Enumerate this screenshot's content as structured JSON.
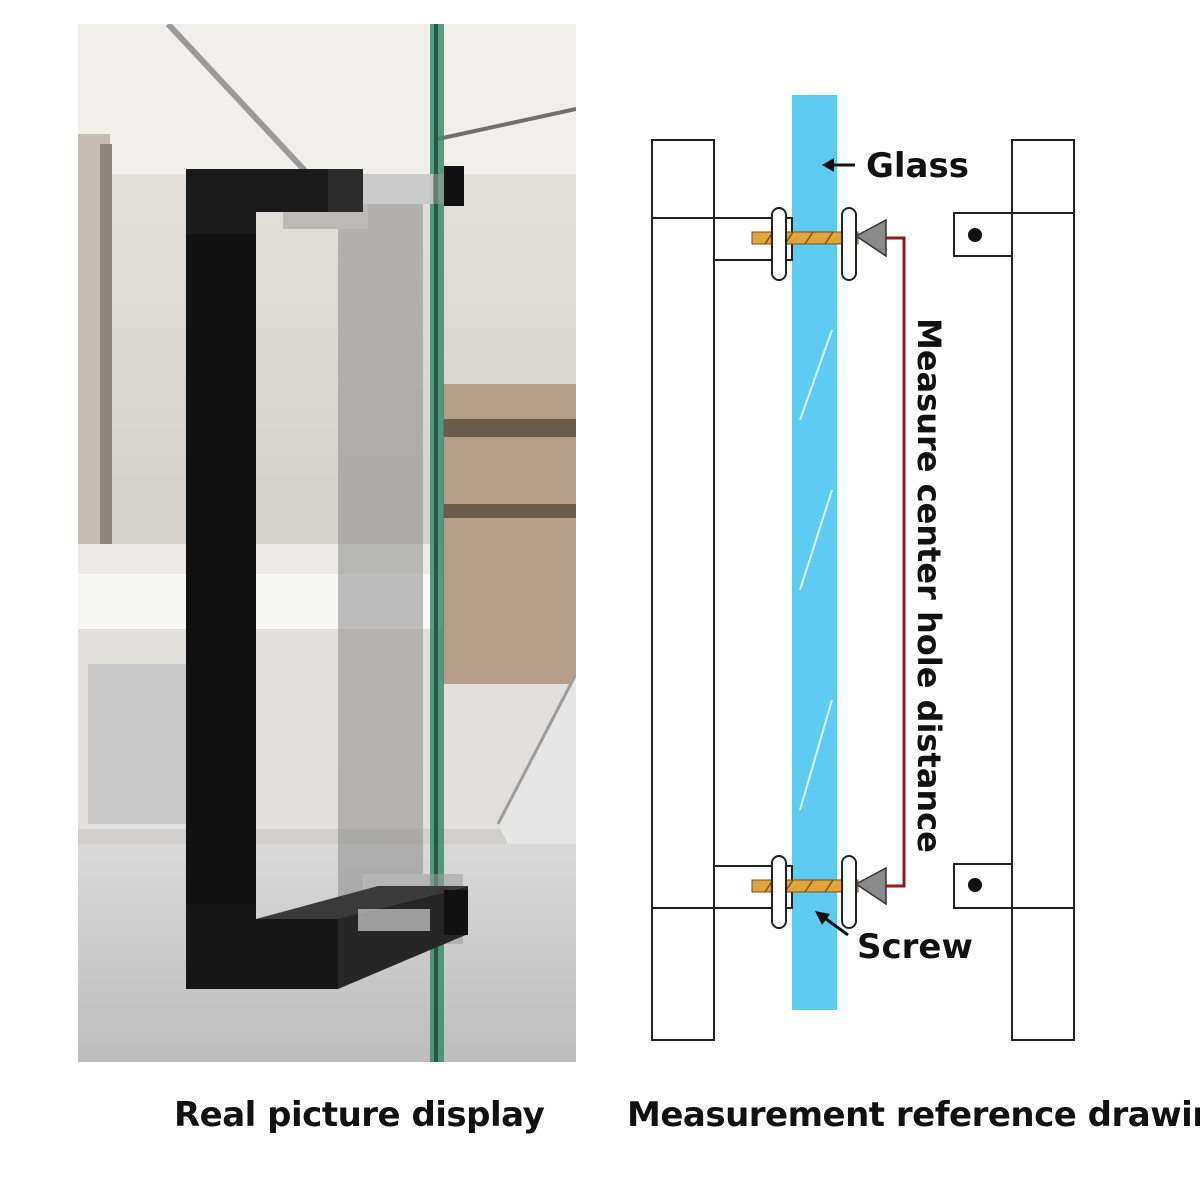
{
  "photo": {
    "caption": "Real picture display"
  },
  "drawing": {
    "caption": "Measurement reference drawing",
    "labels": {
      "glass": "Glass",
      "screw": "Screw",
      "measure": "Measure center hole distance"
    },
    "colors": {
      "glass": "#5ecbf2",
      "screw": "#e0a43a",
      "measure_line": "#8b1d1d",
      "outline": "#222222",
      "cap": "#8a8a8a"
    }
  }
}
